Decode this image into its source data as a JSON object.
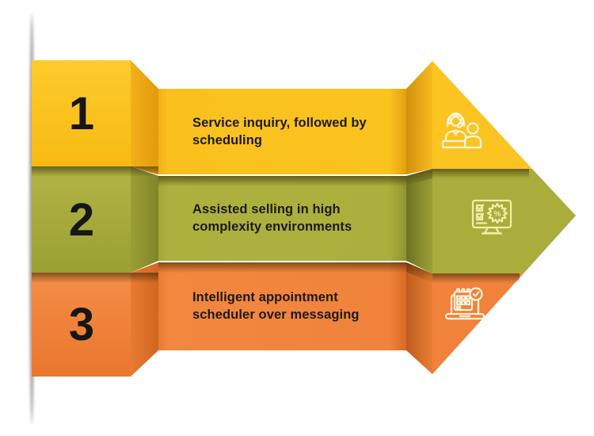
{
  "infographic": {
    "type": "3-step process arrow",
    "background": "#FFFFFF",
    "text_color": "#1C1A14",
    "icon_stroke": "#FAF3D6"
  },
  "steps": [
    {
      "number": "1",
      "lines": [
        "Service inquiry, followed by",
        "scheduling"
      ],
      "icon": "support-agents-icon",
      "band_color": "#FBC31E",
      "fold_color": "#E2A00F"
    },
    {
      "number": "2",
      "lines": [
        "Assisted selling in high",
        "complexity environments"
      ],
      "icon": "discount-checklist-monitor-icon",
      "icon_badge": "%",
      "band_color": "#ACAF3D",
      "fold_color": "#8F9430"
    },
    {
      "number": "3",
      "lines": [
        "Intelligent appointment",
        "scheduler over messaging"
      ],
      "icon": "laptop-calendar-check-icon",
      "band_color": "#F1833C",
      "fold_color": "#D96A24"
    }
  ]
}
